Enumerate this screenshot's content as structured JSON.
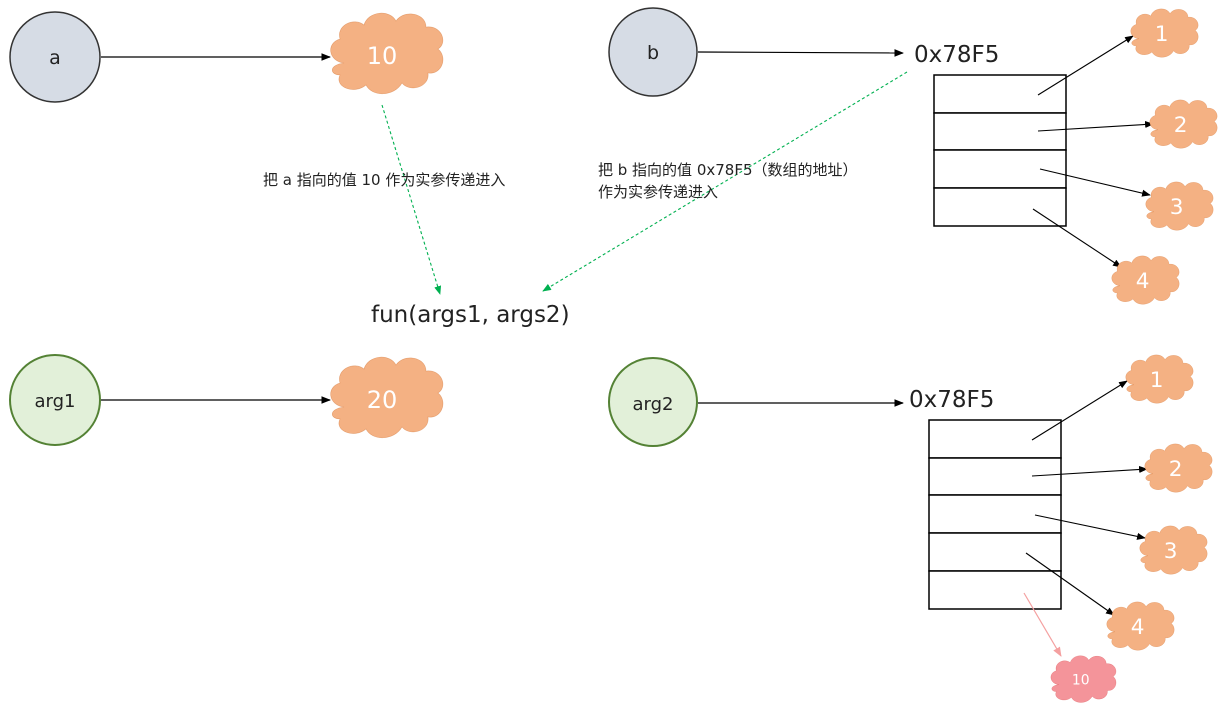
{
  "variables": {
    "a": {
      "label": "a",
      "value": "10"
    },
    "b": {
      "label": "b",
      "address": "0x78F5",
      "items": [
        "1",
        "2",
        "3",
        "4"
      ]
    },
    "arg1": {
      "label": "arg1",
      "value": "20"
    },
    "arg2": {
      "label": "arg2",
      "address": "0x78F5",
      "items": [
        "1",
        "2",
        "3",
        "4"
      ],
      "new_item": "10"
    }
  },
  "function_call": "fun(args1, args2)",
  "captions": {
    "pass_a": "把 a 指向的值 10 作为实参传递进入",
    "pass_b_line1": "把 b 指向的值 0x78F5（数组的地址）",
    "pass_b_line2": "作为实参传递进入"
  },
  "colors": {
    "cloud": "#F4B183",
    "cloud_new": "#F4949A",
    "circle_gray_fill": "#D6DCE5",
    "circle_green_fill": "#E2F0D9",
    "circle_green_stroke": "#548235",
    "dashed_arrow": "#00B050",
    "new_arrow": "#F4A0A0"
  }
}
